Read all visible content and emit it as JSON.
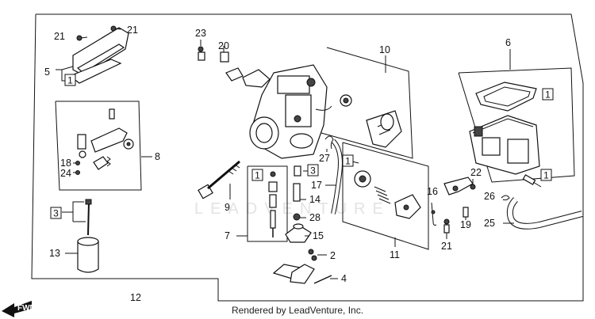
{
  "footer": "Rendered by LeadVenture, Inc.",
  "watermark": "LEADVENTURE",
  "fwd_label": "FWD",
  "callouts": {
    "c1": "1",
    "c2": "2",
    "c3": "3",
    "c4": "4",
    "c5": "5",
    "c6": "6",
    "c7": "7",
    "c8": "8",
    "c9": "9",
    "c10": "10",
    "c11": "11",
    "c12": "12",
    "c13": "13",
    "c14": "14",
    "c15": "15",
    "c16": "16",
    "c17": "17",
    "c18": "18",
    "c19": "19",
    "c20": "20",
    "c21a": "21",
    "c21b": "21",
    "c21c": "21",
    "c22": "22",
    "c23": "23",
    "c24": "24",
    "c25": "25",
    "c26": "26",
    "c27": "27",
    "c28": "28"
  },
  "boxed": {
    "b1a": "1",
    "b1b": "1",
    "b1c": "1",
    "b1d": "1",
    "b1e": "1",
    "b3a": "3",
    "b3b": "3"
  }
}
